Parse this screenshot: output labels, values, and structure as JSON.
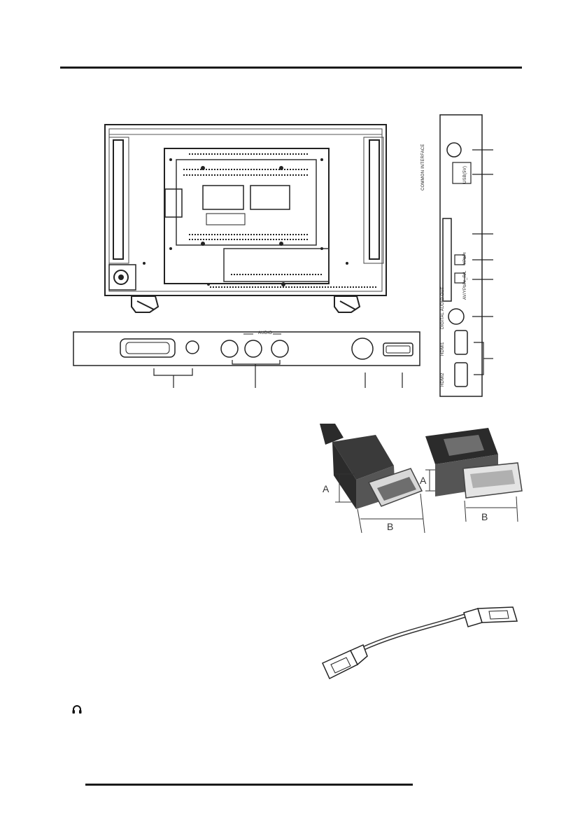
{
  "bottom_panel": {
    "audio_label": "AUDIO"
  },
  "side_panel": {
    "common_interface_label": "COMMON INTERFACE",
    "usb_label": "USB(5V)",
    "vga_audio_label": "AV/YPbPr_R/L",
    "ypbpr_label": "YPbPr",
    "digital_audio_label": "DIGITAL AUDIO OUT",
    "hdmi1_label": "HDMI1",
    "hdmi2_label": "HDMI2"
  },
  "figures": {
    "dim_a": "A",
    "dim_b": "B"
  },
  "colors": {
    "ink": "#1a1a1a",
    "line": "#333333",
    "plug_dark": "#2b2b2b",
    "plug_mid": "#6e6e6e",
    "plug_light": "#d8d8d8"
  },
  "icons": [
    "headphone-icon"
  ]
}
